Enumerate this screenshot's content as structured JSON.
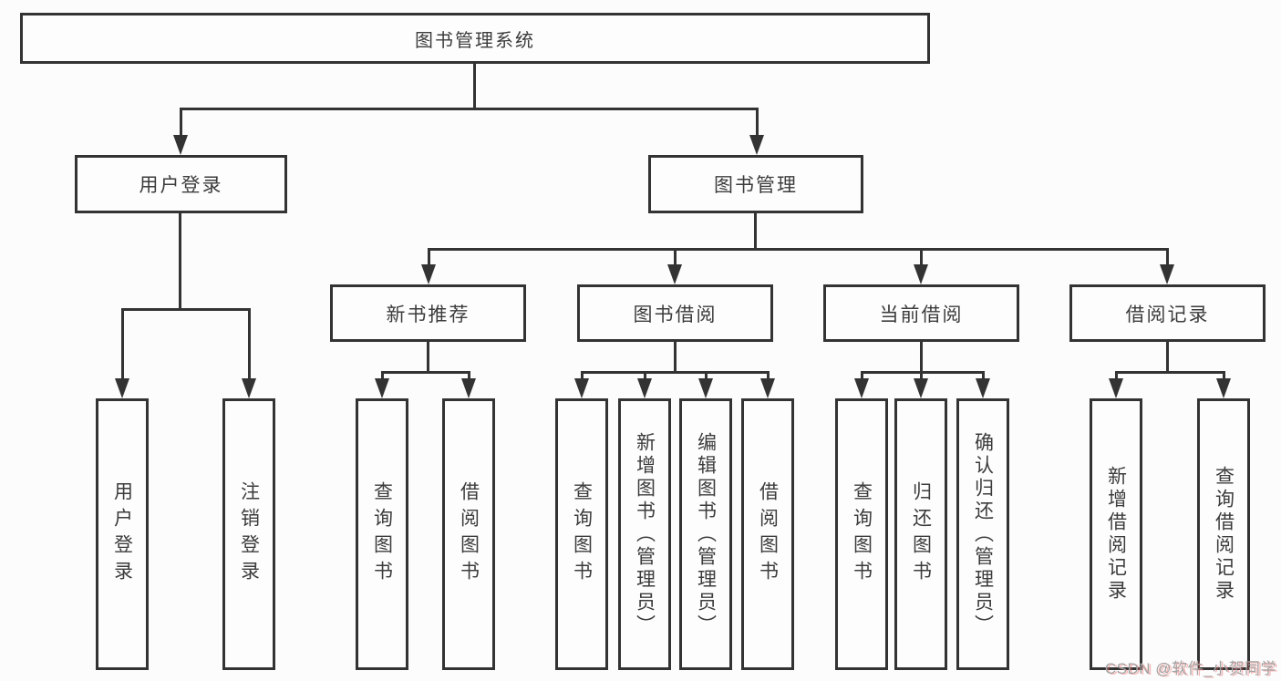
{
  "tree": {
    "label": "图书管理系统",
    "children": [
      {
        "label": "用户登录",
        "children": [
          {
            "label": "用户登录"
          },
          {
            "label": "注销登录"
          }
        ]
      },
      {
        "label": "图书管理",
        "children": [
          {
            "label": "新书推荐",
            "children": [
              {
                "label": "查询图书"
              },
              {
                "label": "借阅图书"
              }
            ]
          },
          {
            "label": "图书借阅",
            "children": [
              {
                "label": "查询图书"
              },
              {
                "label": "新增图书（管理员）"
              },
              {
                "label": "编辑图书（管理员）"
              },
              {
                "label": "借阅图书"
              }
            ]
          },
          {
            "label": "当前借阅",
            "children": [
              {
                "label": "查询图书"
              },
              {
                "label": "归还图书"
              },
              {
                "label": "确认归还（管理员）"
              }
            ]
          },
          {
            "label": "借阅记录",
            "children": [
              {
                "label": "新增借阅记录"
              },
              {
                "label": "查询借阅记录"
              }
            ]
          }
        ]
      }
    ]
  },
  "watermark": {
    "text": "CSDN @软件_小贺同学"
  },
  "colors": {
    "line": "#333333",
    "text": "#3c3c3c",
    "box_background": "#fdfdfd",
    "page_background": "#fcfcfc",
    "watermark_gray": "#a3a3a3",
    "watermark_shadow_red": "#f06464"
  }
}
